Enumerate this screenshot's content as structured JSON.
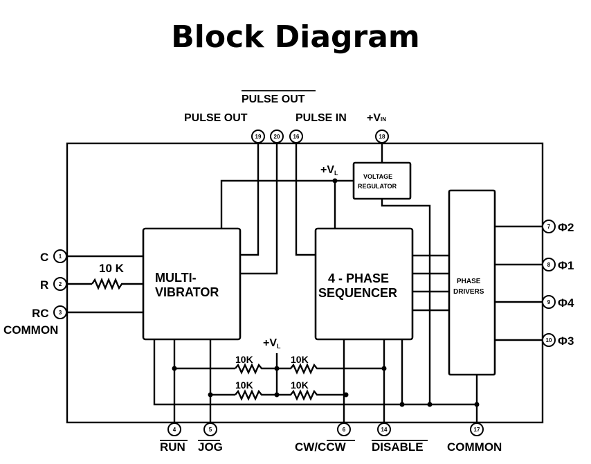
{
  "title": "Block Diagram",
  "blocks": {
    "multivibrator": [
      "MULTI-",
      "VIBRATOR"
    ],
    "sequencer": [
      "4 - PHASE",
      "SEQUENCER"
    ],
    "voltage_regulator": [
      "VOLTAGE",
      "REGULATOR"
    ],
    "phase_drivers": [
      "PHASE",
      "DRIVERS"
    ]
  },
  "top_labels": {
    "pulse_out_bar": "PULSE OUT",
    "pulse_out": "PULSE OUT",
    "pulse_in": "PULSE IN",
    "vin": "+V",
    "vin_sub": "IN"
  },
  "supply_label": {
    "main": "+V",
    "sub": "L"
  },
  "resistors": {
    "timing": "10 K",
    "pullup": "10K"
  },
  "pins": {
    "c": {
      "num": "1",
      "label": "C"
    },
    "r": {
      "num": "2",
      "label": "R"
    },
    "rc": {
      "num": "3",
      "label": "RC",
      "label2": "COMMON"
    },
    "run": {
      "num": "4",
      "label": "RUN"
    },
    "jog": {
      "num": "5",
      "label": "JOG"
    },
    "cwccw": {
      "num": "6",
      "label_a": "CW/",
      "label_b": "CCW"
    },
    "phi2": {
      "num": "7",
      "label": "Φ2"
    },
    "phi1": {
      "num": "8",
      "label": "Φ1"
    },
    "phi4": {
      "num": "9",
      "label": "Φ4"
    },
    "phi3": {
      "num": "10",
      "label": "Φ3"
    },
    "disable": {
      "num": "14",
      "label": "DISABLE"
    },
    "pulse_in": {
      "num": "16"
    },
    "common": {
      "num": "17",
      "label": "COMMON"
    },
    "vin": {
      "num": "18"
    },
    "pulse_out": {
      "num": "19"
    },
    "pulse_out_bar": {
      "num": "20"
    }
  }
}
